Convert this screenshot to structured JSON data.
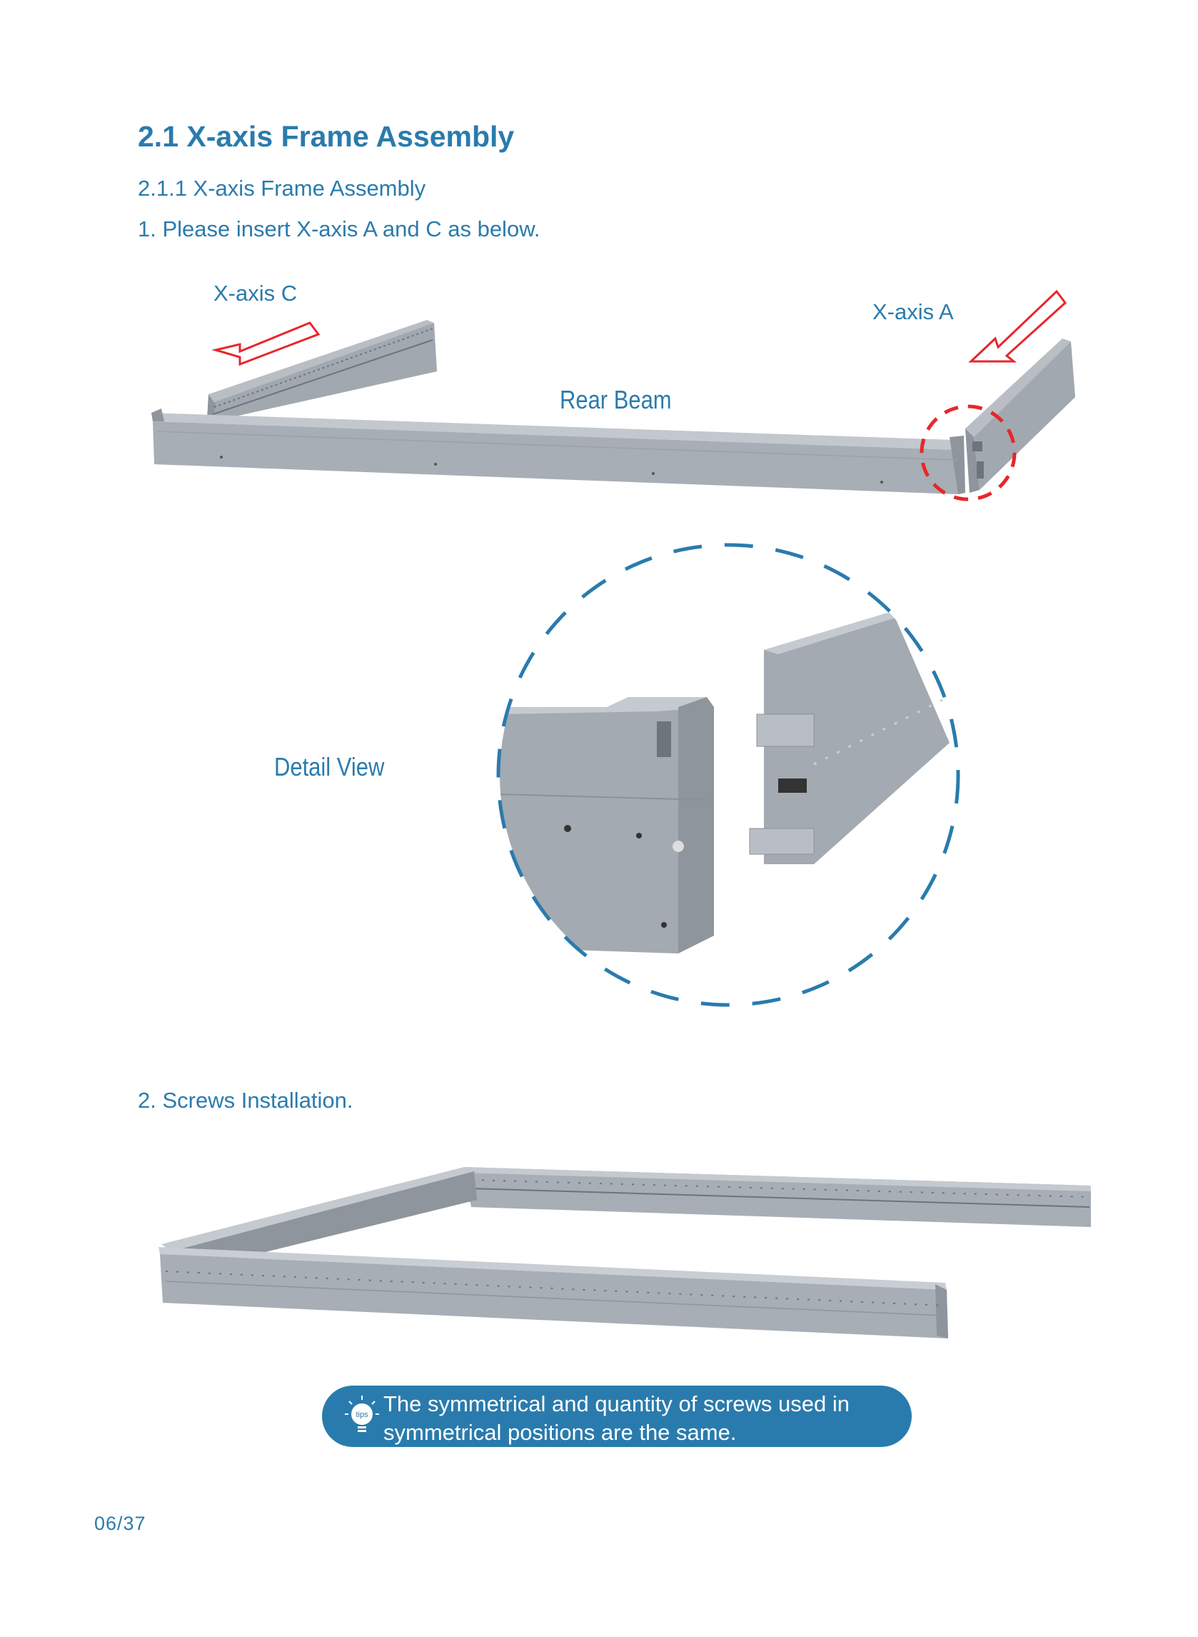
{
  "section": {
    "title": "2.1 X-axis Frame Assembly",
    "subtitle": "2.1.1  X-axis Frame Assembly"
  },
  "steps": {
    "step1": "1. Please insert X-axis A and C as below.",
    "step2": "2. Screws Installation."
  },
  "labels": {
    "x_axis_c": "X-axis C",
    "x_axis_a": "X-axis A",
    "rear_beam": "Rear Beam",
    "detail_view": "Detail View"
  },
  "tip": {
    "icon_label": "tips",
    "text": "The symmetrical and quantity of screws used in symmetrical positions are the same."
  },
  "page": {
    "number": "06/37"
  },
  "colors": {
    "accent": "#2a7bad",
    "arrow": "#e8262a",
    "metal": "#a9b0b7"
  },
  "icons": [
    "arrow-icon",
    "lightbulb-icon"
  ]
}
